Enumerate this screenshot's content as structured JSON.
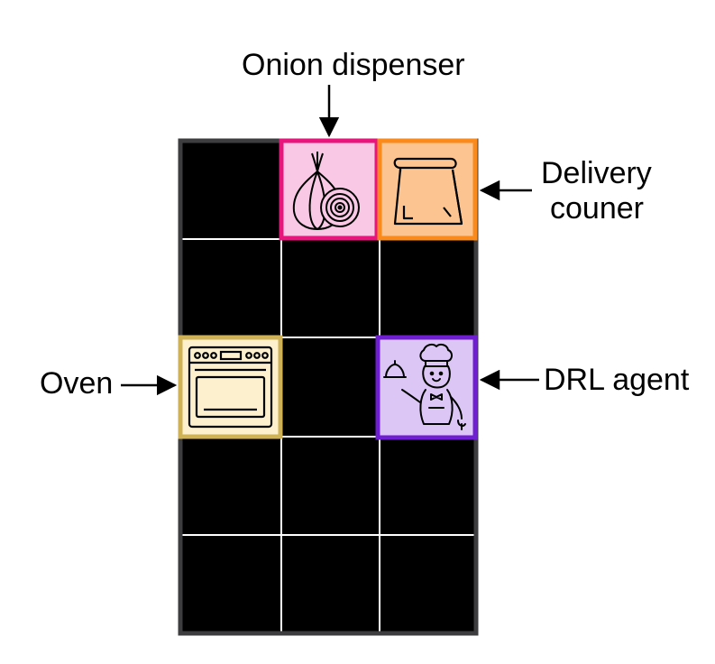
{
  "labels": {
    "onion_dispenser": "Onion dispenser",
    "delivery_line1": "Delivery",
    "delivery_line2": "couner",
    "oven": "Oven",
    "agent": "DRL agent"
  },
  "grid": {
    "columns": 3,
    "rows": 5
  },
  "special_cells": [
    {
      "name": "onion-dispenser-cell",
      "icon": "onion-icon",
      "row": 0,
      "col": 1,
      "fill": "#f8c8e4",
      "border": "#e8157c"
    },
    {
      "name": "delivery-counter-cell",
      "icon": "paper-bag-icon",
      "row": 0,
      "col": 2,
      "fill": "#fcc490",
      "border": "#fb8a1c"
    },
    {
      "name": "oven-cell",
      "icon": "oven-icon",
      "row": 2,
      "col": 0,
      "fill": "#fdf0cf",
      "border": "#cfb156"
    },
    {
      "name": "agent-cell",
      "icon": "chef-waiter-icon",
      "row": 2,
      "col": 2,
      "fill": "#dcc6f6",
      "border": "#6f1ed1"
    }
  ],
  "colors": {
    "cell_background": "#000000",
    "grid_lines": "#ffffff",
    "outer_border": "#404040"
  }
}
